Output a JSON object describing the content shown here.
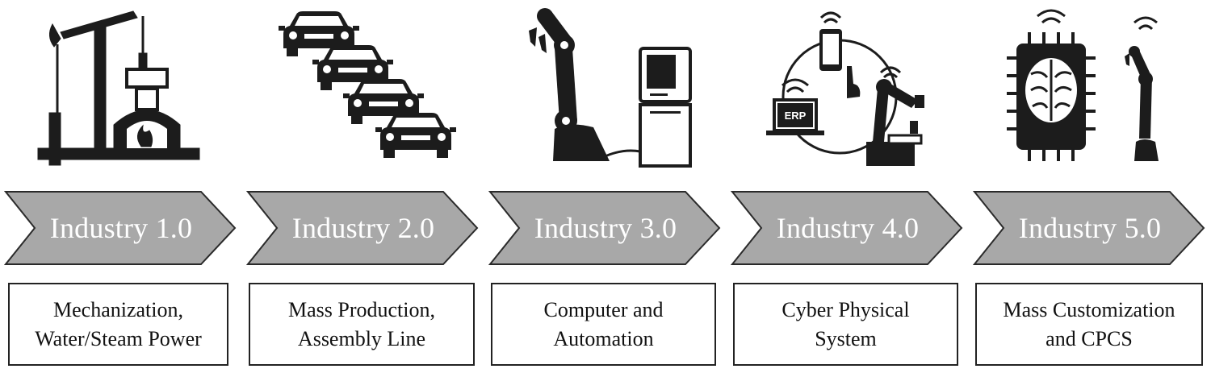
{
  "stages": [
    {
      "title": "Industry 1.0",
      "lines": [
        "Mechanization,",
        "Water/Steam Power"
      ],
      "icon": "oil-pump-furnace-icon"
    },
    {
      "title": "Industry 2.0",
      "lines": [
        "Mass Production,",
        "Assembly Line"
      ],
      "icon": "car-assembly-line-icon"
    },
    {
      "title": "Industry 3.0",
      "lines": [
        "Computer and",
        "Automation"
      ],
      "icon": "robot-arm-computer-icon"
    },
    {
      "title": "Industry 4.0",
      "lines": [
        "Cyber Physical",
        "System"
      ],
      "icon": "cyber-physical-cycle-icon",
      "erp_label": "ERP"
    },
    {
      "title": "Industry 5.0",
      "lines": [
        "Mass Customization",
        "and CPCS"
      ],
      "icon": "brain-chip-robot-icon"
    }
  ],
  "colors": {
    "chevron_fill": "#a8a8a8",
    "chevron_stroke": "#2a2a2a",
    "icon": "#1c1c1c",
    "text_on_chevron": "#ffffff"
  }
}
